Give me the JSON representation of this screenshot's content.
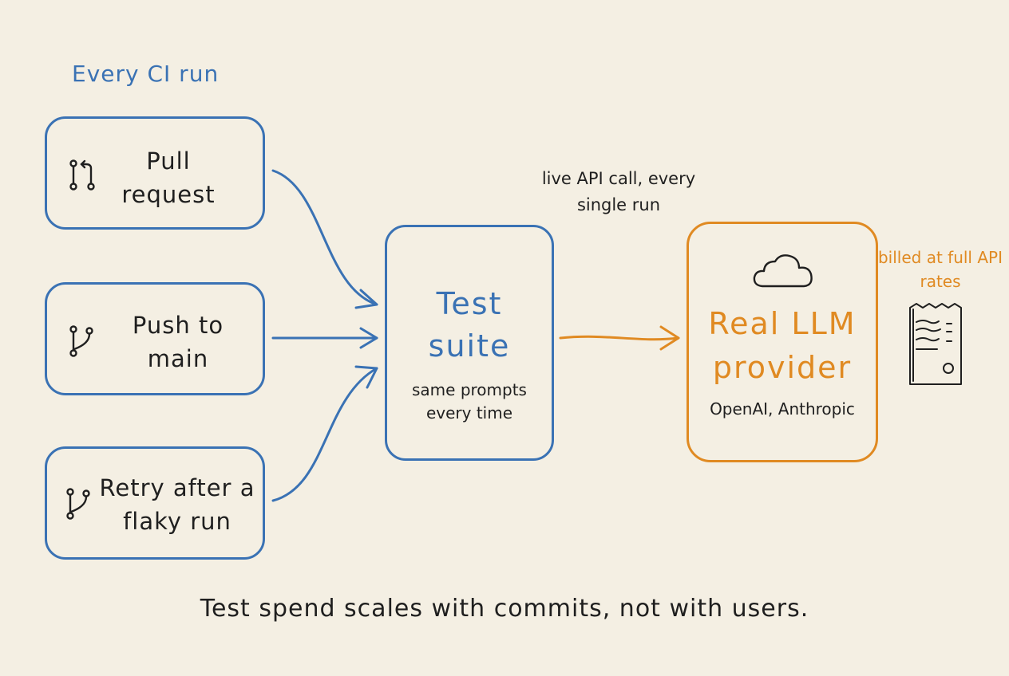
{
  "heading": "Every CI run",
  "sources": [
    {
      "label": "Pull request",
      "icon": "pull-request-icon"
    },
    {
      "label": "Push to main",
      "icon": "branch-icon"
    },
    {
      "label": "Retry after a flaky run",
      "icon": "branch-icon"
    }
  ],
  "test_suite": {
    "title": "Test suite",
    "subtitle": "same prompts every time"
  },
  "call_note": "live API call, every single run",
  "provider": {
    "icon": "cloud-icon",
    "title": "Real LLM provider",
    "subtitle": "OpenAI, Anthropic"
  },
  "billing_note": "billed at full API rates",
  "billing_icon": "receipt-icon",
  "caption": "Test spend scales with commits, not with users.",
  "colors": {
    "background": "#f4efe3",
    "blue": "#3a72b4",
    "orange": "#e08a22",
    "ink": "#1f1f1f"
  }
}
